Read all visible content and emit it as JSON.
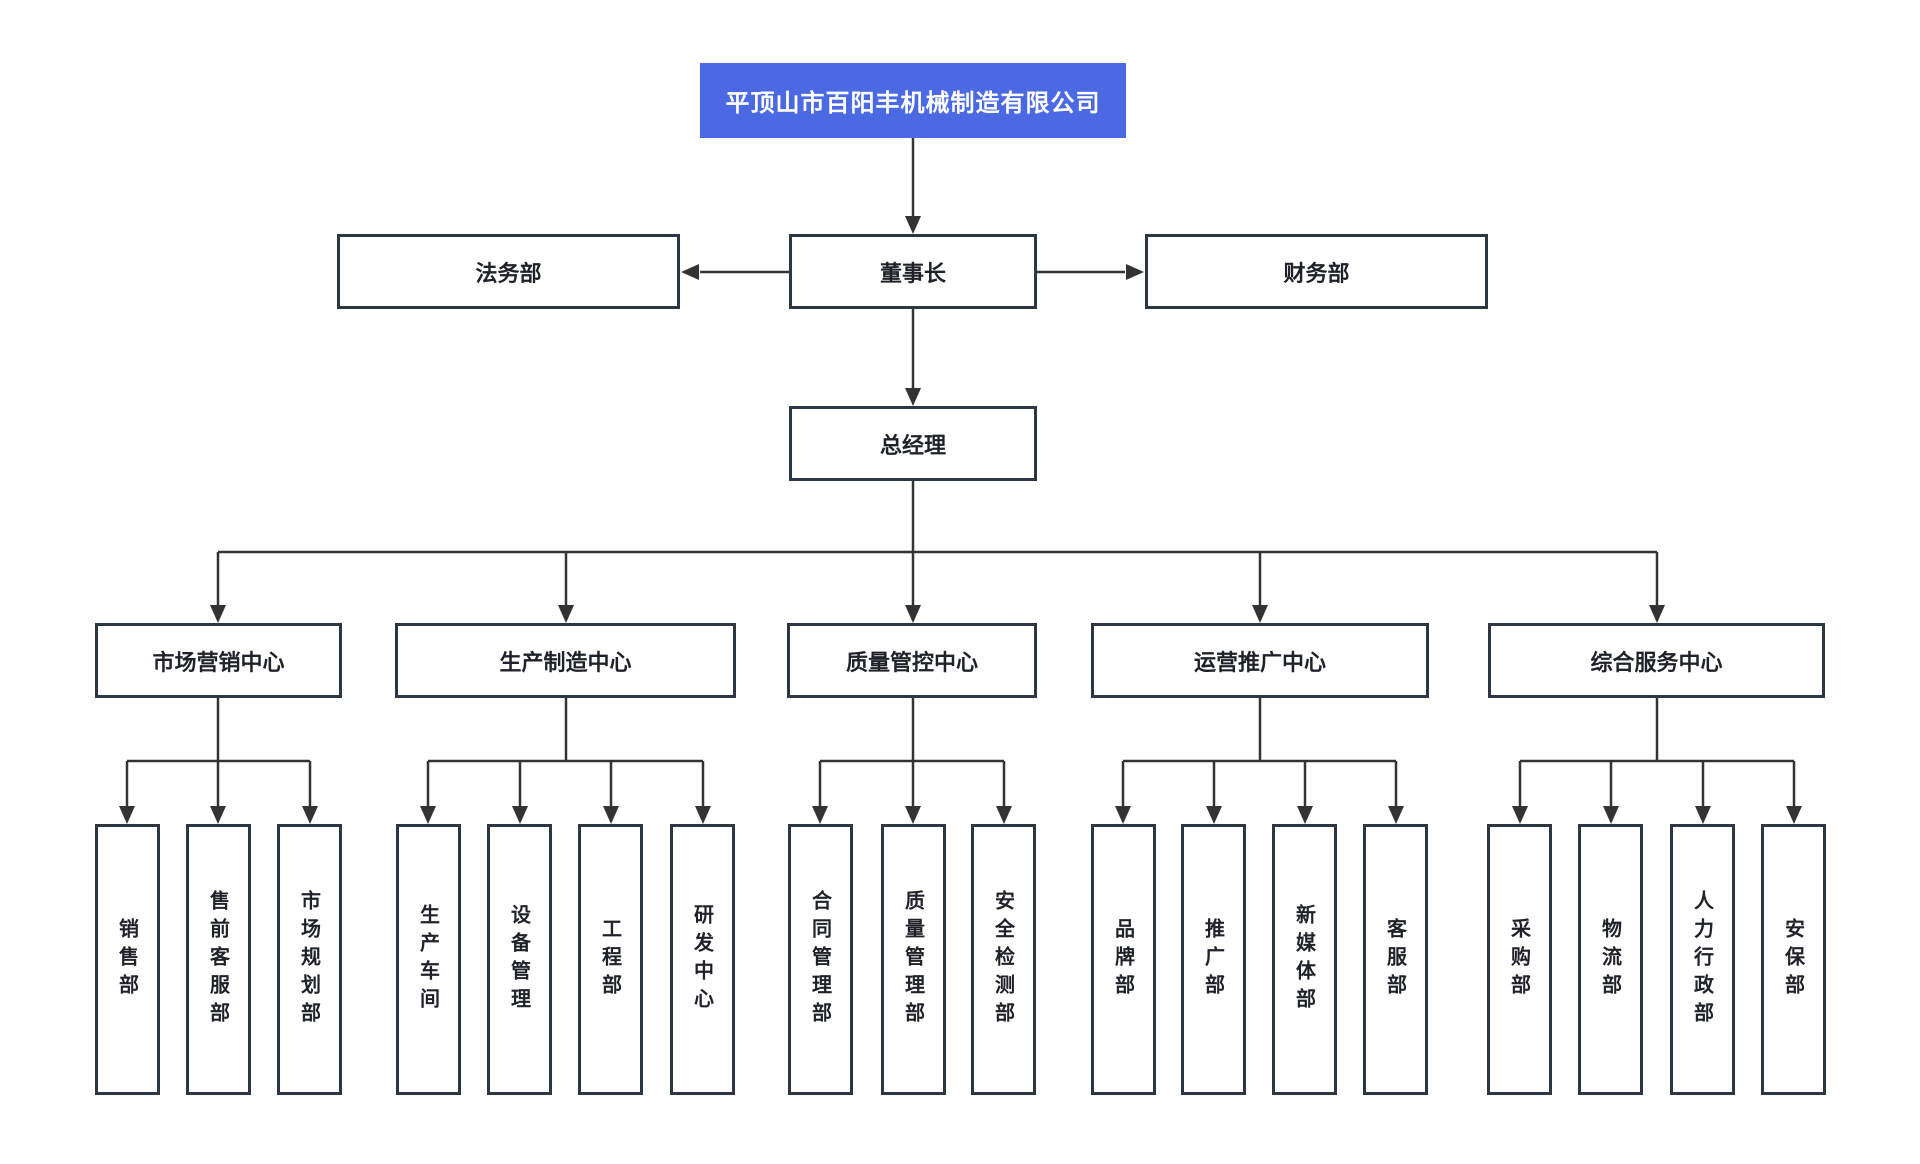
{
  "company": {
    "name": "平顶山市百阳丰机械制造有限公司"
  },
  "executive_row": {
    "legal": "法务部",
    "chairman": "董事长",
    "finance": "财务部"
  },
  "management": {
    "general_manager": "总经理"
  },
  "centers": [
    {
      "label": "市场营销中心",
      "departments": [
        "销售部",
        "售前客服部",
        "市场规划部"
      ]
    },
    {
      "label": "生产制造中心",
      "departments": [
        "生产车间",
        "设备管理",
        "工程部",
        "研发中心"
      ]
    },
    {
      "label": "质量管控中心",
      "departments": [
        "合同管理部",
        "质量管理部",
        "安全检测部"
      ]
    },
    {
      "label": "运营推广中心",
      "departments": [
        "品牌部",
        "推广部",
        "新媒体部",
        "客服部"
      ]
    },
    {
      "label": "综合服务中心",
      "departments": [
        "采购部",
        "物流部",
        "人力行政部",
        "安保部"
      ]
    }
  ],
  "colors": {
    "root_background": "#4a69e2",
    "root_text": "#ffffff",
    "box_border": "#2d3742",
    "connector_line": "#333333",
    "node_text": "#1f2329",
    "page_background": "#ffffff"
  }
}
